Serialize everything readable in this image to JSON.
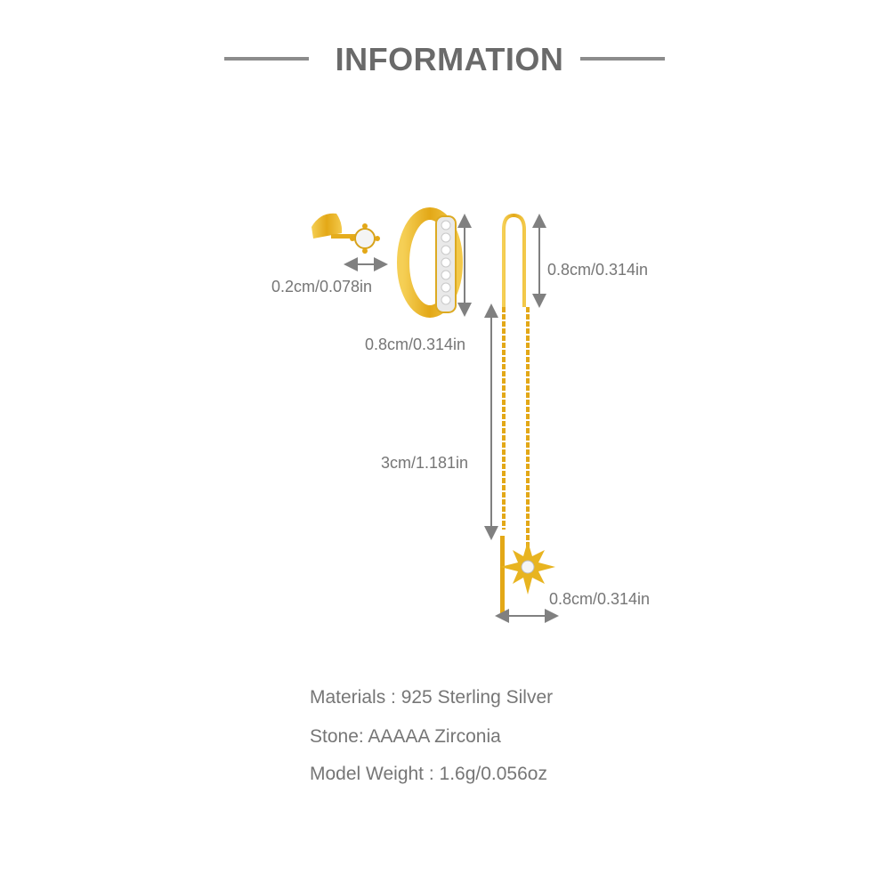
{
  "header": {
    "title": "INFORMATION"
  },
  "dimensions": {
    "stud_width": "0.2cm/0.078in",
    "hoop_height": "0.8cm/0.314in",
    "threader_hook_height": "0.8cm/0.314in",
    "chain_length": "3cm/1.181in",
    "star_width": "0.8cm/0.314in"
  },
  "specs": [
    "Materials : 925 Sterling Silver",
    "Stone: AAAAA Zirconia",
    "Model Weight : 1.6g/0.056oz"
  ],
  "colors": {
    "gold": "#e8b420",
    "text": "#767676",
    "arrow": "#808080"
  }
}
